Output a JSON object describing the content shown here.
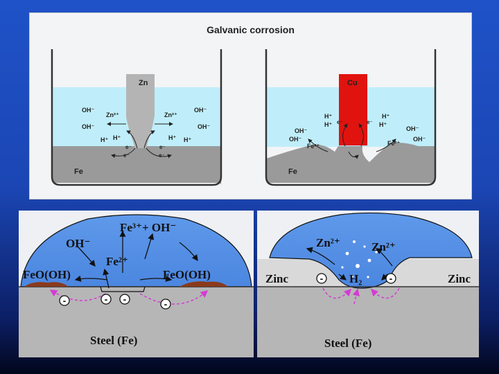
{
  "top": {
    "title": "Galvanic corrosion",
    "left": {
      "rod": "Zn",
      "base": "Fe",
      "oh1": "OH⁻",
      "oh2": "OH⁻",
      "oh3": "OH⁻",
      "oh4": "OH⁻",
      "zn1": "Zn²⁺",
      "zn2": "Zn²⁺",
      "h1": "H⁺",
      "h2": "H⁺",
      "h3": "H⁺",
      "h4": "H⁺",
      "e1": "e⁻",
      "e2": "e⁻",
      "e3": "e⁻",
      "e4": "e⁻"
    },
    "right": {
      "rod": "Cu",
      "base": "Fe",
      "oh1": "OH⁻",
      "oh2": "OH⁻",
      "oh3": "OH⁻",
      "oh4": "OH⁻",
      "fe1": "Fe²⁺",
      "fe2": "Fe²⁺",
      "h1": "H⁺",
      "h2": "H⁺",
      "h3": "H⁺",
      "h4": "H⁺",
      "e1": "e⁻",
      "e2": "e⁻"
    }
  },
  "bottom_left": {
    "ion_top": "Fe³⁺+ OH⁻",
    "oh": "OH⁻",
    "fe2": "Fe²⁺",
    "feooh_left": "FeO(OH)",
    "feooh_right": "FeO(OH)",
    "steel": "Steel (Fe)",
    "electron": "-"
  },
  "bottom_right": {
    "zn_left": "Zn²⁺",
    "zn_right": "Zn²⁺",
    "zinc_left": "Zinc",
    "zinc_right": "Zinc",
    "h2": "H₂",
    "steel": "Steel (Fe)",
    "electron": "-"
  },
  "colors": {
    "water_top": "#bfeefa",
    "water_bottom": "#5a93e6",
    "metal": "#9a9a9a",
    "zinc_rod": "#b4b4b4",
    "copper_rod": "#e0130f",
    "rust": "#8a3a1c",
    "current": "#d43bd3"
  }
}
